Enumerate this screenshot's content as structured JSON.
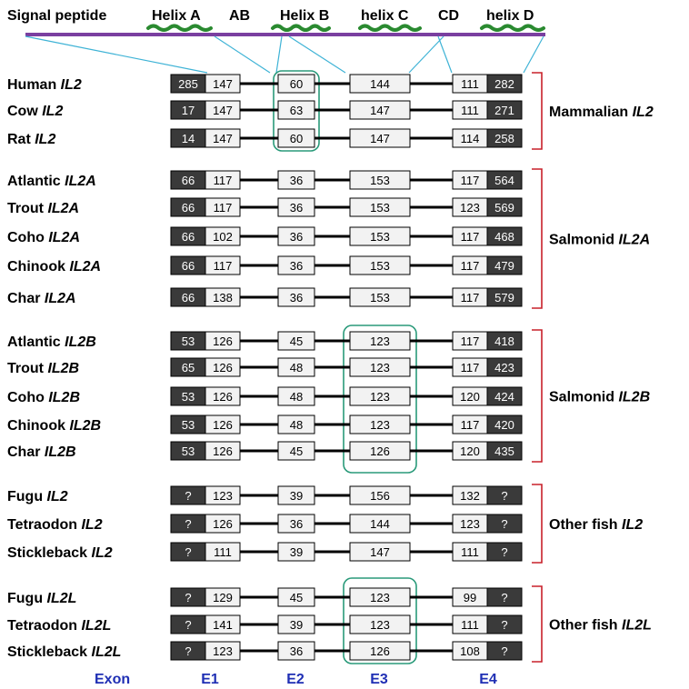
{
  "top_labels": {
    "signal_peptide": "Signal peptide",
    "helix_a": "Helix A",
    "ab": "AB",
    "helix_b": "Helix B",
    "helix_c": "helix C",
    "cd": "CD",
    "helix_d": "helix D"
  },
  "groups": [
    {
      "label_main": "Mammalian ",
      "label_gene": "IL2",
      "rows": [
        {
          "species": "Human ",
          "gene": "IL2",
          "e1a": "285",
          "e1b": "147",
          "e2": "60",
          "e3": "144",
          "e4a": "111",
          "e4b": "282"
        },
        {
          "species": "Cow ",
          "gene": "IL2",
          "e1a": "17",
          "e1b": "147",
          "e2": "63",
          "e3": "147",
          "e4a": "111",
          "e4b": "271"
        },
        {
          "species": "Rat ",
          "gene": "IL2",
          "e1a": "14",
          "e1b": "147",
          "e2": "60",
          "e3": "147",
          "e4a": "114",
          "e4b": "258"
        }
      ]
    },
    {
      "label_main": "Salmonid ",
      "label_gene": "IL2A",
      "rows": [
        {
          "species": "Atlantic ",
          "gene": "IL2A",
          "e1a": "66",
          "e1b": "117",
          "e2": "36",
          "e3": "153",
          "e4a": "117",
          "e4b": "564"
        },
        {
          "species": "Trout ",
          "gene": "IL2A",
          "e1a": "66",
          "e1b": "117",
          "e2": "36",
          "e3": "153",
          "e4a": "123",
          "e4b": "569"
        },
        {
          "species": "Coho ",
          "gene": "IL2A",
          "e1a": "66",
          "e1b": "102",
          "e2": "36",
          "e3": "153",
          "e4a": "117",
          "e4b": "468"
        },
        {
          "species": "Chinook ",
          "gene": "IL2A",
          "e1a": "66",
          "e1b": "117",
          "e2": "36",
          "e3": "153",
          "e4a": "117",
          "e4b": "479"
        },
        {
          "species": "Char ",
          "gene": "IL2A",
          "e1a": "66",
          "e1b": "138",
          "e2": "36",
          "e3": "153",
          "e4a": "117",
          "e4b": "579"
        }
      ]
    },
    {
      "label_main": "Salmonid ",
      "label_gene": "IL2B",
      "rows": [
        {
          "species": "Atlantic ",
          "gene": "IL2B",
          "e1a": "53",
          "e1b": "126",
          "e2": "45",
          "e3": "123",
          "e4a": "117",
          "e4b": "418"
        },
        {
          "species": "Trout ",
          "gene": "IL2B",
          "e1a": "65",
          "e1b": "126",
          "e2": "48",
          "e3": "123",
          "e4a": "117",
          "e4b": "423"
        },
        {
          "species": "Coho ",
          "gene": "IL2B",
          "e1a": "53",
          "e1b": "126",
          "e2": "48",
          "e3": "123",
          "e4a": "120",
          "e4b": "424"
        },
        {
          "species": "Chinook ",
          "gene": "IL2B",
          "e1a": "53",
          "e1b": "126",
          "e2": "48",
          "e3": "123",
          "e4a": "117",
          "e4b": "420"
        },
        {
          "species": "Char ",
          "gene": "IL2B",
          "e1a": "53",
          "e1b": "126",
          "e2": "45",
          "e3": "126",
          "e4a": "120",
          "e4b": "435"
        }
      ]
    },
    {
      "label_main": "Other fish ",
      "label_gene": "IL2",
      "rows": [
        {
          "species": "Fugu ",
          "gene": "IL2",
          "e1a": "?",
          "e1b": "123",
          "e2": "39",
          "e3": "156",
          "e4a": "132",
          "e4b": "?"
        },
        {
          "species": "Tetraodon ",
          "gene": "IL2",
          "e1a": "?",
          "e1b": "126",
          "e2": "36",
          "e3": "144",
          "e4a": "123",
          "e4b": "?"
        },
        {
          "species": "Stickleback ",
          "gene": "IL2",
          "e1a": "?",
          "e1b": "111",
          "e2": "39",
          "e3": "147",
          "e4a": "111",
          "e4b": "?"
        }
      ]
    },
    {
      "label_main": "Other fish ",
      "label_gene": "IL2L",
      "rows": [
        {
          "species": "Fugu ",
          "gene": "IL2L",
          "e1a": "?",
          "e1b": "129",
          "e2": "45",
          "e3": "123",
          "e4a": "99",
          "e4b": "?"
        },
        {
          "species": "Tetraodon ",
          "gene": "IL2L",
          "e1a": "?",
          "e1b": "141",
          "e2": "39",
          "e3": "123",
          "e4a": "111",
          "e4b": "?"
        },
        {
          "species": "Stickleback ",
          "gene": "IL2L",
          "e1a": "?",
          "e1b": "123",
          "e2": "36",
          "e3": "126",
          "e4a": "108",
          "e4b": "?"
        }
      ]
    }
  ],
  "exon_labels": {
    "exon": "Exon",
    "e1": "E1",
    "e2": "E2",
    "e3": "E3",
    "e4": "E4"
  },
  "colors": {
    "dark_box": "#3a3a3a",
    "light_box": "#f2f2f2",
    "bracket": "#c8202a",
    "highlight": "#2a9a7a",
    "connector": "#3fb3d6",
    "protein_bar": "#7a3fa0",
    "helix": "#2a8a30",
    "exon_text": "#1f2fb4"
  }
}
